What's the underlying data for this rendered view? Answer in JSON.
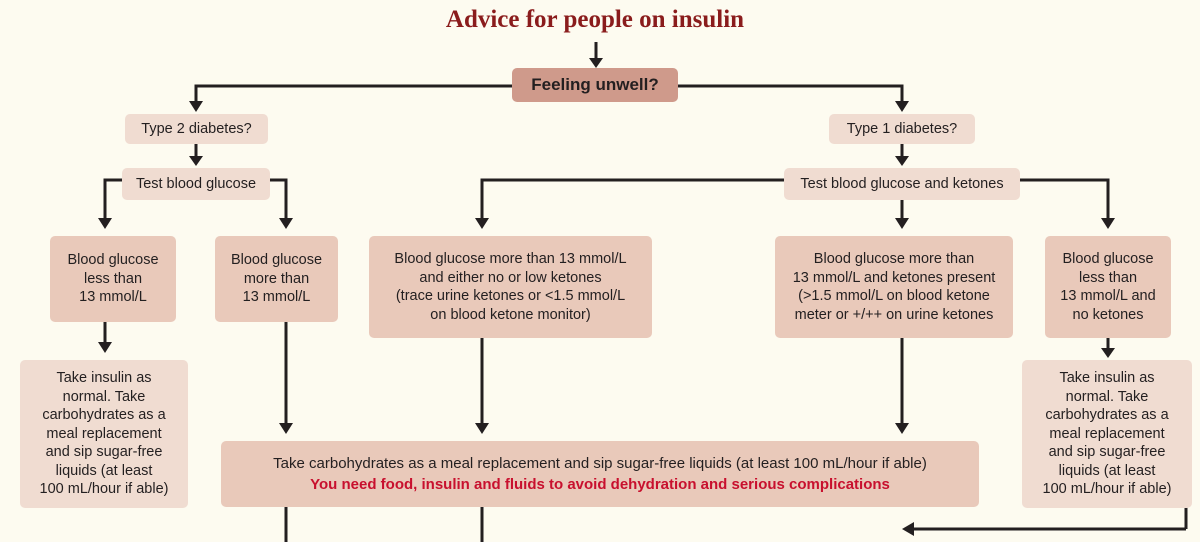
{
  "title": "Advice for people on insulin",
  "feeling_unwell": "Feeling unwell?",
  "type2": {
    "question": "Type 2 diabetes?",
    "test": "Test blood glucose",
    "low": [
      "Blood glucose",
      "less than",
      "13 mmol/L"
    ],
    "high": [
      "Blood glucose",
      "more than",
      "13 mmol/L"
    ],
    "advice": [
      "Take insulin as",
      "normal. Take",
      "carbohydrates as a",
      "meal replacement",
      "and sip sugar-free",
      "liquids (at least",
      "100 mL/hour if able)"
    ]
  },
  "type1": {
    "question": "Type 1 diabetes?",
    "test": "Test blood glucose and ketones",
    "high_low_ketones": [
      "Blood glucose more than 13 mmol/L",
      "and either no or low ketones",
      "(trace urine ketones or <1.5 mmol/L",
      "on blood ketone monitor)"
    ],
    "high_ketones": [
      "Blood glucose more than",
      "13 mmol/L and ketones present",
      "(>1.5 mmol/L on blood ketone",
      "meter or +/++ on urine ketones"
    ],
    "low": [
      "Blood glucose",
      "less than",
      "13 mmol/L and",
      "no ketones"
    ],
    "advice": [
      "Take insulin as",
      "normal. Take",
      "carbohydrates as a",
      "meal replacement",
      "and sip sugar-free",
      "liquids (at least",
      "100 mL/hour if able)"
    ]
  },
  "common": {
    "advice": "Take carbohydrates as a meal replacement and sip sugar-free liquids (at least 100 mL/hour if able)",
    "warning": "You need food, insulin and fluids to avoid dehydration and serious complications"
  }
}
